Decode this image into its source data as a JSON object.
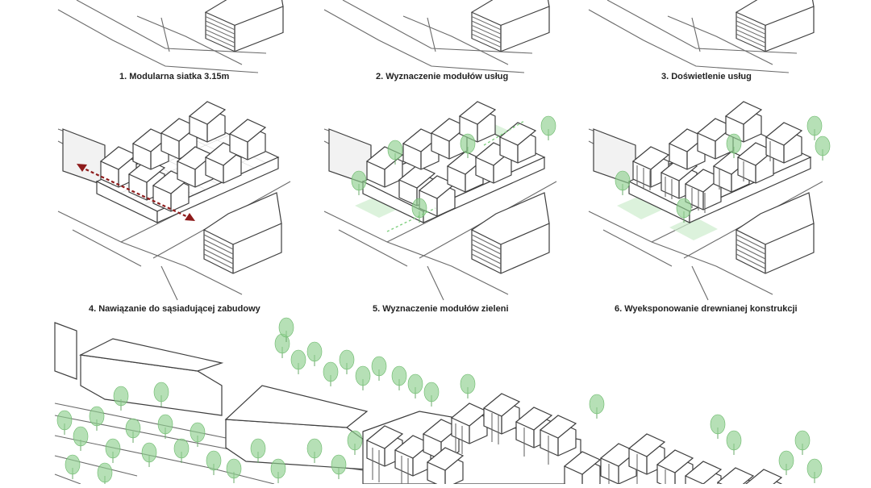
{
  "steps": [
    {
      "label": "1. Modularna siatka 3.15m"
    },
    {
      "label": "2. Wyznaczenie modułów usług"
    },
    {
      "label": "3. Doświetlenie usług"
    },
    {
      "label": "4. Nawiązanie do sąsiadującej zabudowy"
    },
    {
      "label": "5. Wyznaczenie modułów zieleni"
    },
    {
      "label": "6. Wyeksponowanie drewnianej konstrukcji"
    }
  ],
  "colors": {
    "line": "#6a6a6a",
    "tree": "#8fd08f",
    "arrow": "#8e1b1b",
    "background": "#ffffff"
  }
}
